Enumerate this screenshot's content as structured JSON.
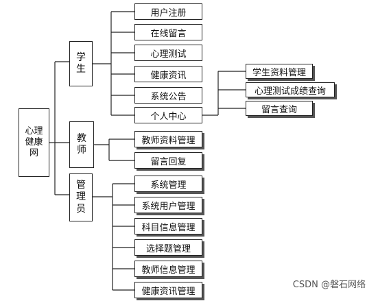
{
  "root": {
    "label": "心理\n健康\n网"
  },
  "student": {
    "label": "学\n生",
    "items": [
      "用户注册",
      "在线留言",
      "心理测试",
      "健康资讯",
      "系统公告",
      "个人中心"
    ],
    "personal_center": {
      "items": [
        "学生资料管理",
        "心理测试成绩查询",
        "留言查询"
      ]
    }
  },
  "teacher": {
    "label": "教\n师",
    "items": [
      "教师资料管理",
      "留言回复"
    ]
  },
  "admin": {
    "label": "管\n理\n员",
    "items": [
      "系统管理",
      "系统用户管理",
      "科目信息管理",
      "选择题管理",
      "教师信息管理",
      "健康资讯管理"
    ]
  },
  "watermark": "CSDN @磐石网络"
}
